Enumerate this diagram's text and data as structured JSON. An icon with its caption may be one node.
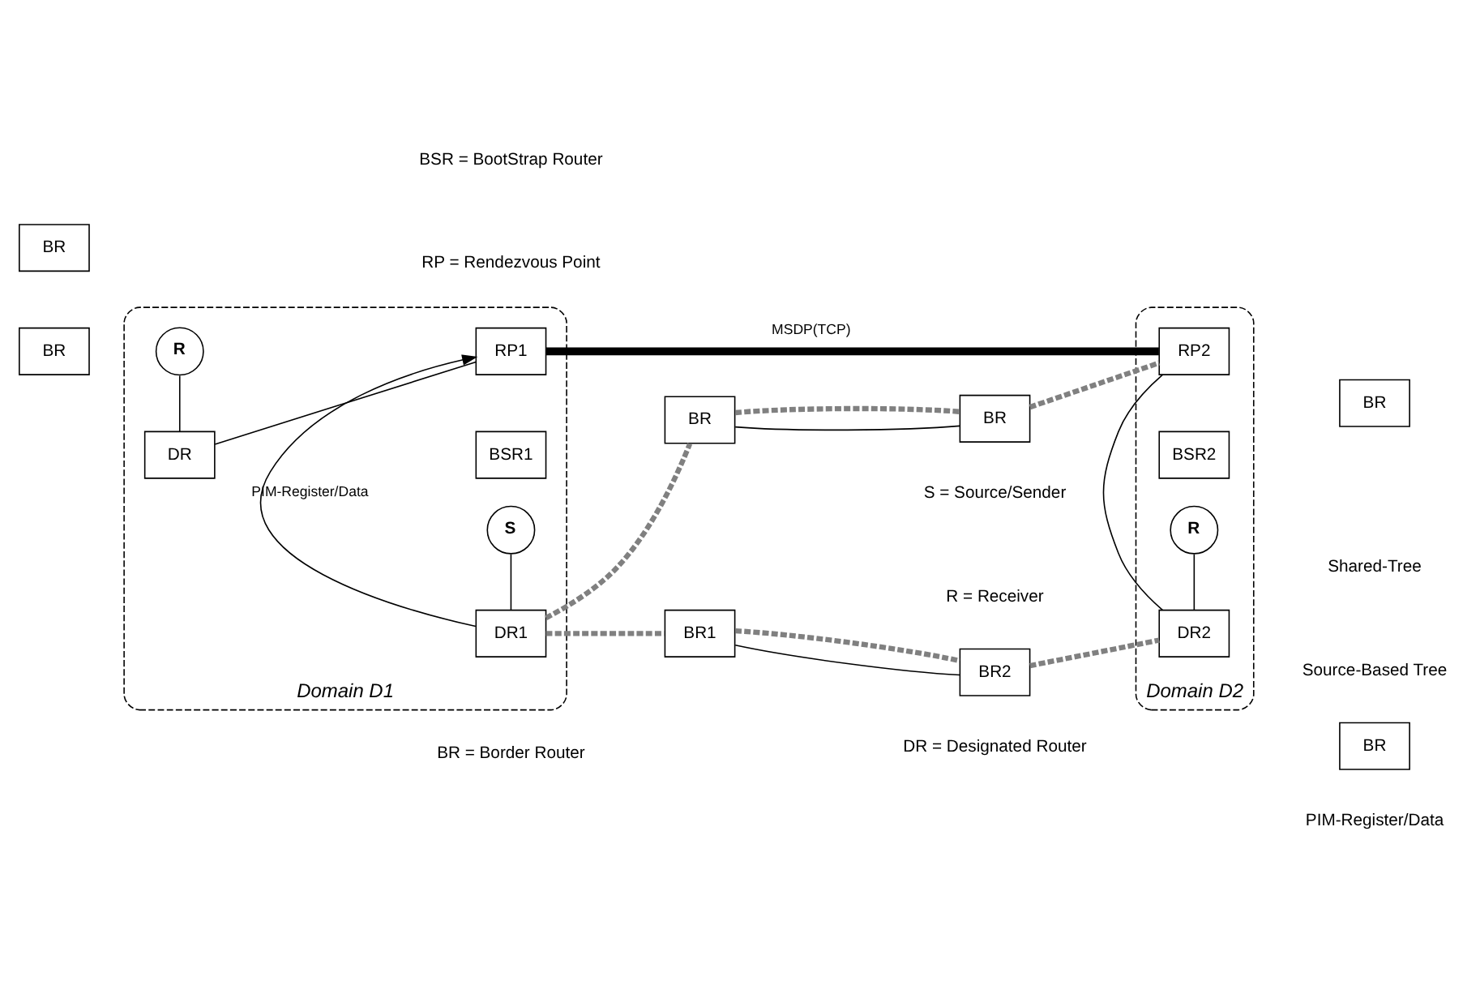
{
  "diagram": {
    "nodes": [
      {
        "text": [
          "Domain D1"
        ]
      },
      {
        "text": [
          "BSR1"
        ],
        "in": 0
      },
      {
        "text": [
          "RP1"
        ],
        "in": 0
      },
      {
        "text": [
          "DR"
        ],
        "in": 0
      },
      {
        "text": [
          "R"
        ],
        "in": 0
      },
      {
        "text": [
          "DR1"
        ],
        "in": 0
      },
      {
        "text": [
          "S"
        ],
        "in": 0
      },
      {
        "text": [
          "Domain D2"
        ]
      },
      {
        "text": [
          "BSR2"
        ],
        "in": 7
      },
      {
        "text": [
          "RP2"
        ],
        "in": 7
      },
      {
        "text": [
          "DR2"
        ],
        "in": 7
      },
      {
        "text": [
          "R"
        ],
        "in": 7
      },
      {
        "text": [
          "BR"
        ]
      },
      {
        "text": [
          "BR"
        ]
      },
      {
        "text": [
          "BR"
        ]
      },
      {
        "text": [
          "BR"
        ]
      },
      {
        "text": [
          "BR1"
        ]
      },
      {
        "text": [
          "BR2"
        ]
      },
      {
        "text": [
          "BR"
        ]
      },
      {
        "text": [
          "BR"
        ]
      }
    ],
    "edges": [
      {
        "from": 2,
        "to": 9,
        "arrow": "none",
        "label": "MSDP(TCP)",
        "style": "thick"
      },
      {
        "from": 3,
        "to": 2,
        "arrow": "none"
      },
      {
        "from": 9,
        "to": 10,
        "arrow": "none"
      },
      {
        "from": 5,
        "to": 2,
        "arrow": "to",
        "label": "PIM-Register/Data"
      },
      {
        "from": 3,
        "to": 4,
        "arrow": "none"
      },
      {
        "from": 5,
        "to": 6,
        "arrow": "none"
      },
      {
        "from": 10,
        "to": 11,
        "arrow": "none"
      },
      {
        "from": 14,
        "to": 15,
        "arrow": "none"
      },
      {
        "from": 16,
        "to": 17,
        "arrow": "none"
      },
      {
        "from": 5,
        "to": 14,
        "arrow": "none",
        "style": "dashed",
        "color": "#808080"
      },
      {
        "from": 14,
        "to": 15,
        "arrow": "none",
        "style": "dashed",
        "color": "#808080"
      },
      {
        "from": 15,
        "to": 9,
        "arrow": "none",
        "style": "dashed",
        "color": "#808080"
      },
      {
        "from": 5,
        "to": 16,
        "arrow": "none",
        "style": "dashed",
        "color": "#808080"
      },
      {
        "from": 16,
        "to": 17,
        "arrow": "none",
        "style": "dashed",
        "color": "#808080"
      },
      {
        "from": 17,
        "to": 10,
        "arrow": "none",
        "style": "dashed",
        "color": "#808080"
      }
    ],
    "labels": [
      "BSR = BootStrap Router",
      "S = Source/Sender",
      "RP = Rendezvous Point",
      "R = Receiver",
      "BR = Border Router",
      "DR = Designated Router"
    ],
    "legend": [
      {
        "text": "Shared-Tree"
      },
      {
        "text": "Source-Based Tree"
      },
      {
        "text": "PIM-Register/Data"
      }
    ]
  }
}
